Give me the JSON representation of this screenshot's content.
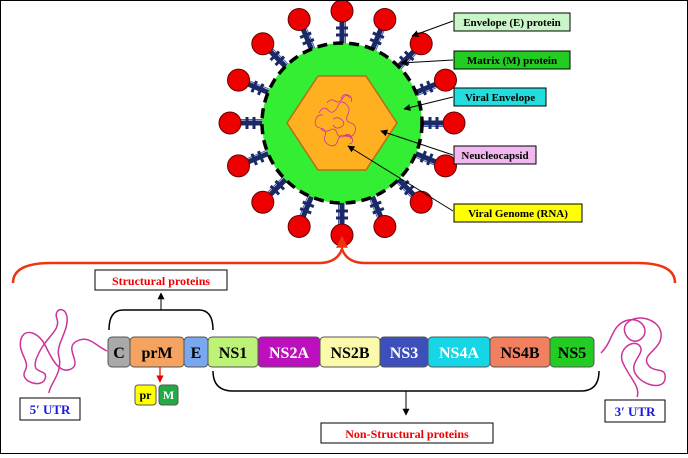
{
  "virion": {
    "labels": {
      "envelope_protein": "Envelope (E) protein",
      "matrix_protein": "Matrix (M) protein",
      "viral_envelope": "Viral Envelope",
      "nucleocapsid": "Neucleocapsid",
      "viral_genome": "Viral Genome (RNA)"
    },
    "label_colors": {
      "envelope_protein": "#c9f5c9",
      "matrix_protein": "#22cc22",
      "viral_envelope": "#22dddd",
      "nucleocapsid": "#f0b8ee",
      "viral_genome": "#ffff00"
    },
    "colors": {
      "envelope": "#33ee33",
      "capsid": "#ffb020",
      "rna": "#cc3399",
      "spike_stalk": "#1a2a66",
      "spike_head": "#ee0000",
      "membrane_dash": "#000000"
    }
  },
  "genome": {
    "segments": [
      {
        "label": "C",
        "color": "#a9a9a9",
        "text_color": "#000000"
      },
      {
        "label": "prM",
        "color": "#f4a460",
        "text_color": "#000000"
      },
      {
        "label": "E",
        "color": "#79a8ee",
        "text_color": "#000000"
      },
      {
        "label": "NS1",
        "color": "#bbf277",
        "text_color": "#000000"
      },
      {
        "label": "NS2A",
        "color": "#bb10bb",
        "text_color": "#ffffff"
      },
      {
        "label": "NS2B",
        "color": "#fafaaa",
        "text_color": "#000000"
      },
      {
        "label": "NS3",
        "color": "#3c4fbb",
        "text_color": "#ffffff"
      },
      {
        "label": "NS4A",
        "color": "#16d6e6",
        "text_color": "#ffffff"
      },
      {
        "label": "NS4B",
        "color": "#f08060",
        "text_color": "#000000"
      },
      {
        "label": "NS5",
        "color": "#22cc22",
        "text_color": "#000000"
      }
    ],
    "cleavage_products": [
      {
        "label": "pr",
        "color": "#ffff00"
      },
      {
        "label": "M",
        "color": "#22aa44"
      }
    ],
    "structural_label": "Structural proteins",
    "non_structural_label": "Non-Structural proteins",
    "utr5_label": "5′ UTR",
    "utr3_label": "3′ UTR",
    "colors": {
      "utr_line": "#cc3399",
      "callout_text": "#ee0000",
      "utr_text": "#1a1adf",
      "bracket_arrow": "#ee3311"
    }
  }
}
